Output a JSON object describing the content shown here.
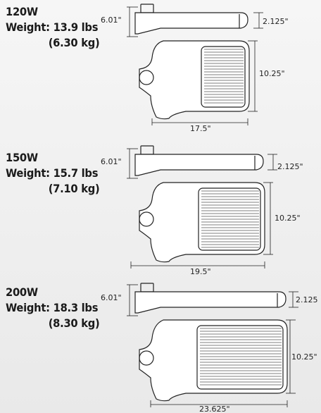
{
  "sections": [
    {
      "wattage": "120W",
      "weight": "Weight: 13.9 lbs",
      "weight_kg": "(6.30 kg)",
      "dim_height": "6.01\"",
      "dim_arm_height": "2.125\"",
      "dim_width": "10.25\"",
      "dim_length": "17.5\""
    },
    {
      "wattage": "150W",
      "weight": "Weight: 15.7 lbs",
      "weight_kg": "(7.10 kg)",
      "dim_height": "6.01\"",
      "dim_arm_height": "2.125\"",
      "dim_width": "10.25\"",
      "dim_length": "19.5\""
    },
    {
      "wattage": "200W",
      "weight": "Weight: 18.3 lbs",
      "weight_kg": "(8.30 kg)",
      "dim_height": "6.01\"",
      "dim_arm_height": "2.125",
      "dim_width": "10.25\"",
      "dim_length": "23.625\""
    }
  ]
}
